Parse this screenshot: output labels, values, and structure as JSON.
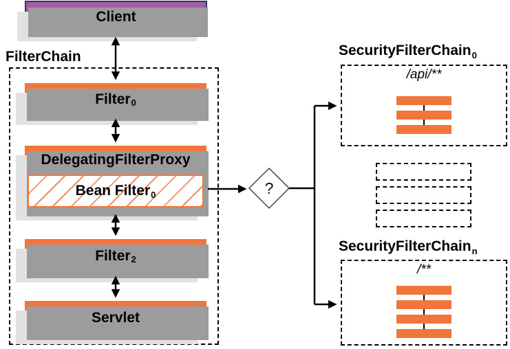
{
  "client": {
    "label": "Client"
  },
  "filter_chain": {
    "title": "FilterChain",
    "filter0": {
      "label": "Filter",
      "sub": "0"
    },
    "delegating_filter_proxy": {
      "label": "DelegatingFilterProxy"
    },
    "bean_filter": {
      "label": "Bean Filter",
      "sub": "0"
    },
    "filter2": {
      "label": "Filter",
      "sub": "2"
    },
    "servlet": {
      "label": "Servlet"
    }
  },
  "decision": {
    "label": "?"
  },
  "security_filter_chain_0": {
    "title": "SecurityFilterChain",
    "sub": "0",
    "pattern": "/api/**",
    "filter_bar_count": 3
  },
  "security_filter_chain_n": {
    "title": "SecurityFilterChain",
    "sub": "n",
    "pattern": "/**",
    "filter_bar_count": 4
  },
  "placeholder_chain_count": 3,
  "colors": {
    "orange": "#F0763C",
    "hatch_orange": "#F29061",
    "purple": "#A55CA2",
    "client_border": "#2B3B67",
    "shadow_dark": "#9C9C9C",
    "shadow_light": "#E2E2E2",
    "line": "#000000"
  }
}
